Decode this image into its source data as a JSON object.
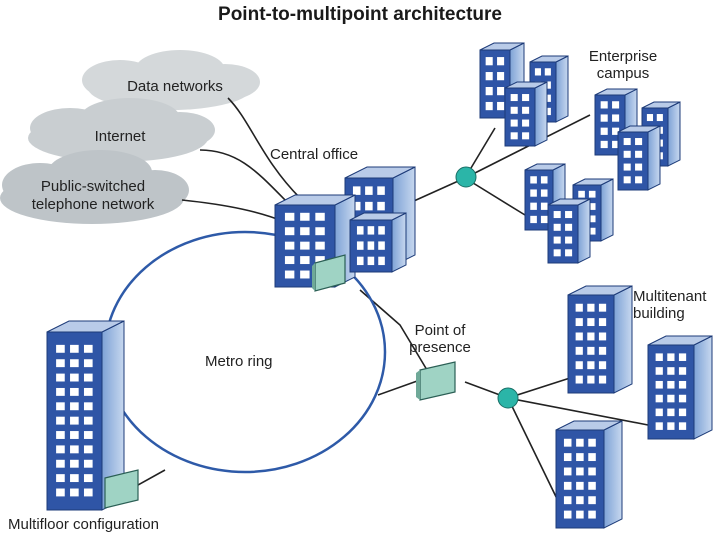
{
  "title": "Point-to-multipoint architecture",
  "clouds": {
    "data_networks": "Data networks",
    "internet": "Internet",
    "pstn_line1": "Public-switched",
    "pstn_line2": "telephone network"
  },
  "labels": {
    "central_office": "Central office",
    "enterprise_line1": "Enterprise",
    "enterprise_line2": "campus",
    "multitenant_line1": "Multitenant",
    "multitenant_line2": "building",
    "pop_line1": "Point of",
    "pop_line2": "presence",
    "metro_ring": "Metro ring",
    "multifloor": "Multifloor configuration"
  },
  "colors": {
    "ring": "#2e5aa8",
    "hub": "#2bb5a8",
    "building": "#2f55a6",
    "window": "#ffffff",
    "device": "#9fd3c4",
    "cloud": "#d4d8da",
    "line": "#222222"
  }
}
